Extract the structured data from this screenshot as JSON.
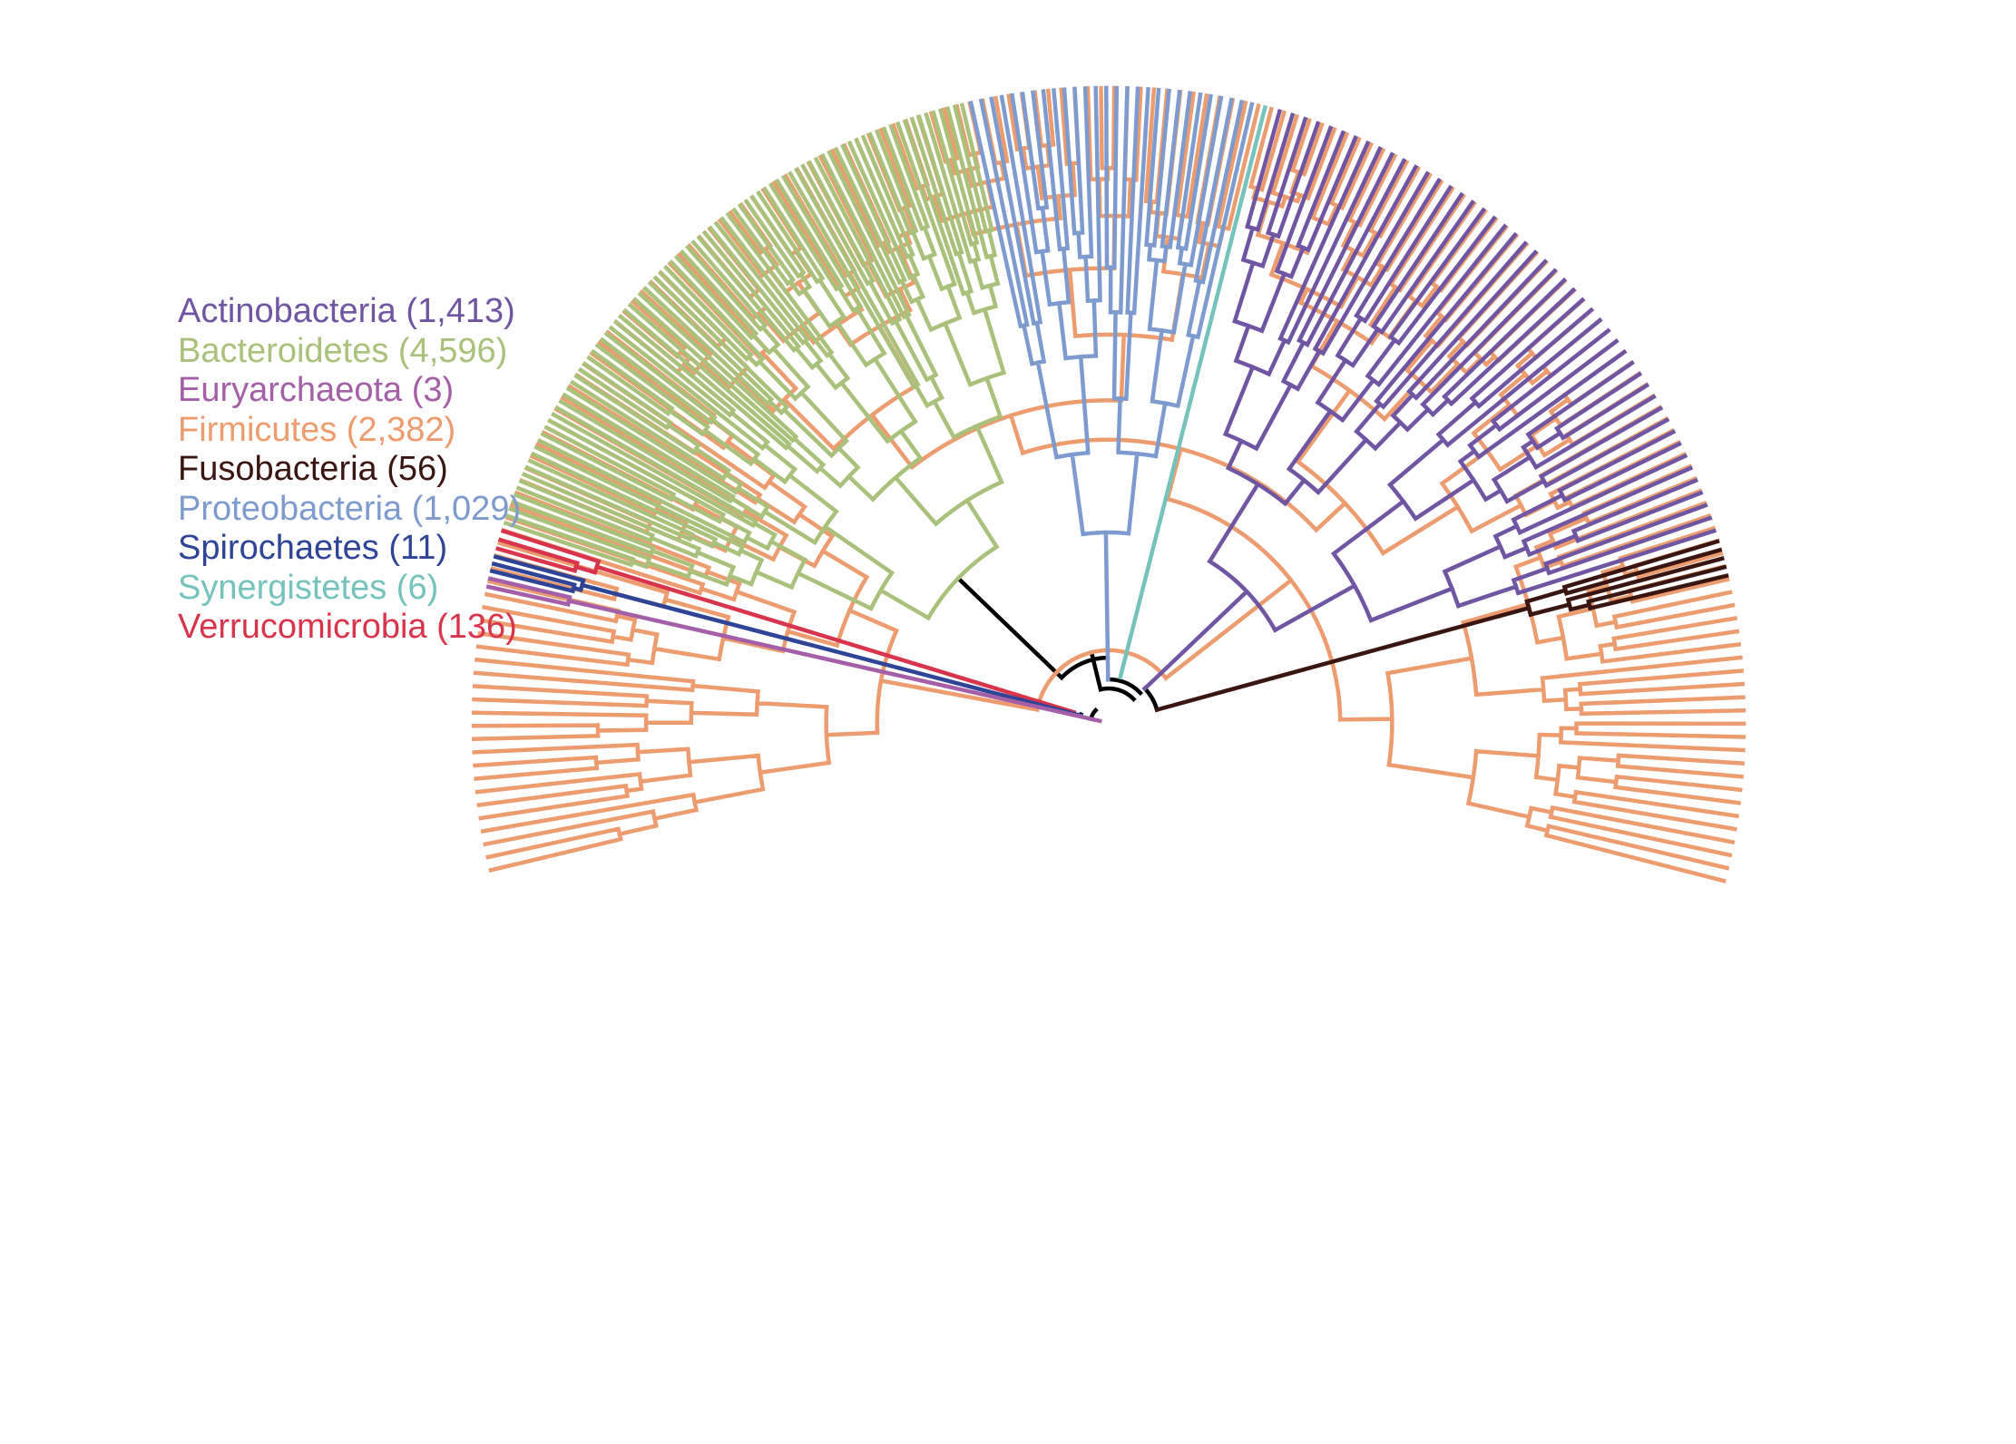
{
  "legend": [
    {
      "label": "Actinobacteria (1,413)",
      "color": "#7055a3"
    },
    {
      "label": "Bacteroidetes (4,596)",
      "color": "#a9c17a"
    },
    {
      "label": "Euryarchaeota (3)",
      "color": "#a55fa8"
    },
    {
      "label": "Firmicutes (2,382)",
      "color": "#ec9c6e"
    },
    {
      "label": "Fusobacteria (56)",
      "color": "#3a1512"
    },
    {
      "label": "Proteobacteria (1,029)",
      "color": "#7d9bcf"
    },
    {
      "label": "Spirochaetes (11)",
      "color": "#2e4497"
    },
    {
      "label": "Synergistetes (6)",
      "color": "#76c3be"
    },
    {
      "label": "Verrucomicrobia (136)",
      "color": "#d8344c"
    }
  ],
  "backbone_color": "#000000"
}
